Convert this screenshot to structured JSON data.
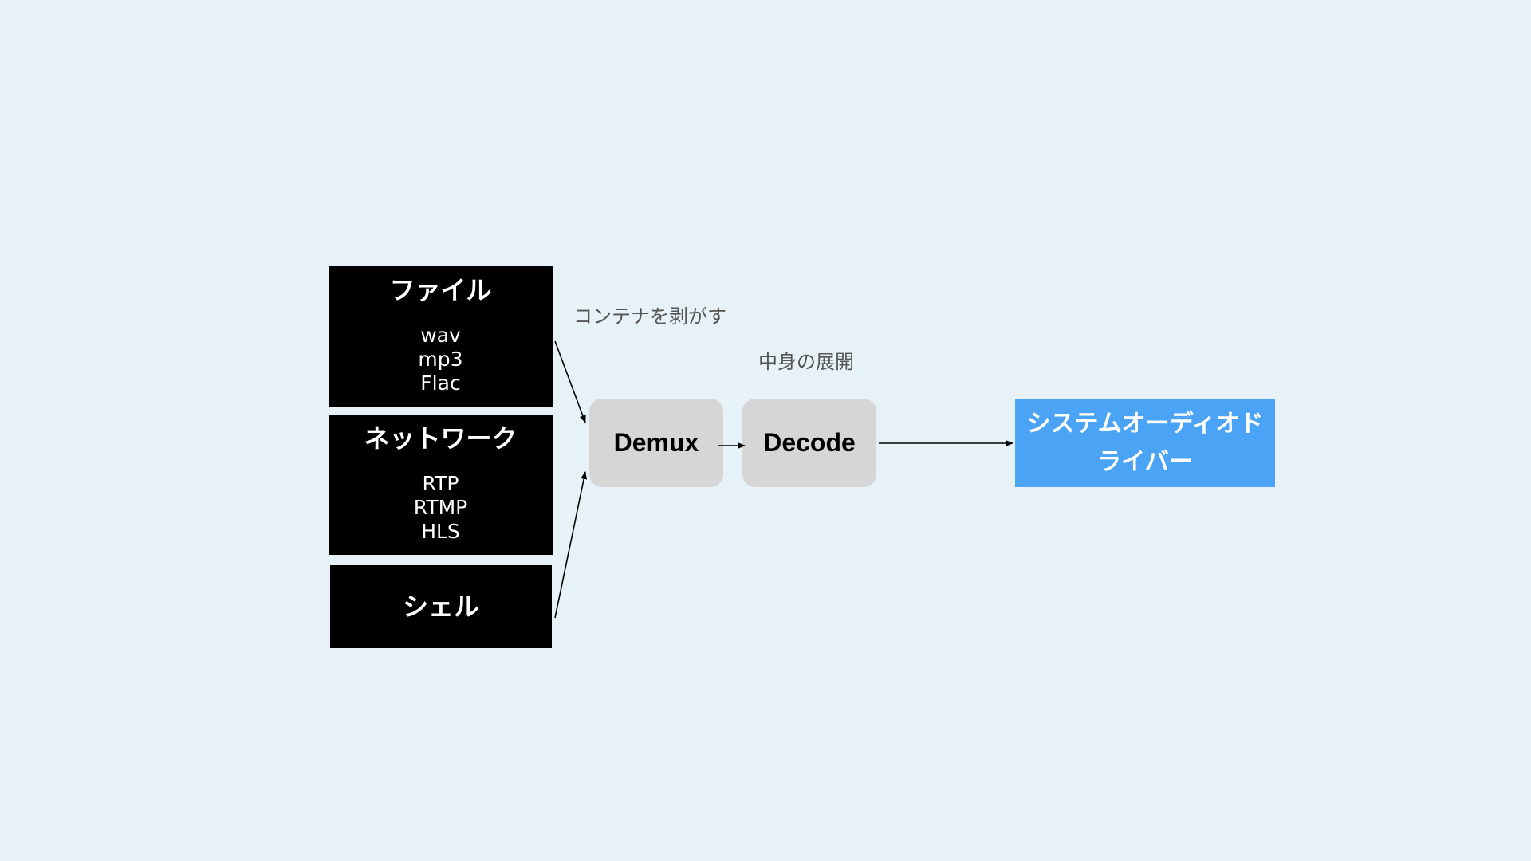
{
  "sources": [
    {
      "title": "ファイル",
      "items": [
        "wav",
        "mp3",
        "Flac"
      ]
    },
    {
      "title": "ネットワーク",
      "items": [
        "RTP",
        "RTMP",
        "HLS"
      ]
    },
    {
      "title": "シェル",
      "items": []
    }
  ],
  "stages": {
    "demux": {
      "label": "Demux",
      "annotation": "コンテナを剥がす"
    },
    "decode": {
      "label": "Decode",
      "annotation": "中身の展開"
    }
  },
  "sink": {
    "label": "システムオーディオドライバー"
  },
  "colors": {
    "background": "#e7f1f8",
    "source_box": "#000000",
    "stage_box": "#d6d6d6",
    "sink_box": "#4ba3f5",
    "annotation_text": "#555555"
  }
}
